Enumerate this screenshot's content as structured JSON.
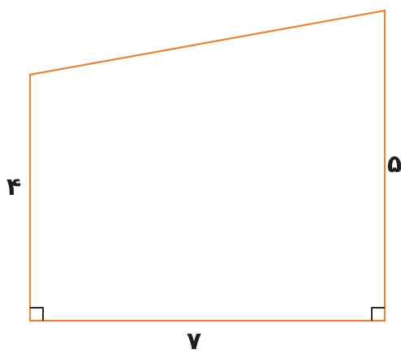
{
  "figure": {
    "shape": "right trapezoid",
    "labels": {
      "left_side": "۴",
      "right_side": "۵",
      "bottom_side": "۷"
    },
    "right_angle_markers": [
      "bottom-left",
      "bottom-right"
    ],
    "colors": {
      "edge": "#e8843a",
      "marker": "#2b2b2b",
      "label": "#1f1f1f",
      "background": "#ffffff"
    }
  }
}
